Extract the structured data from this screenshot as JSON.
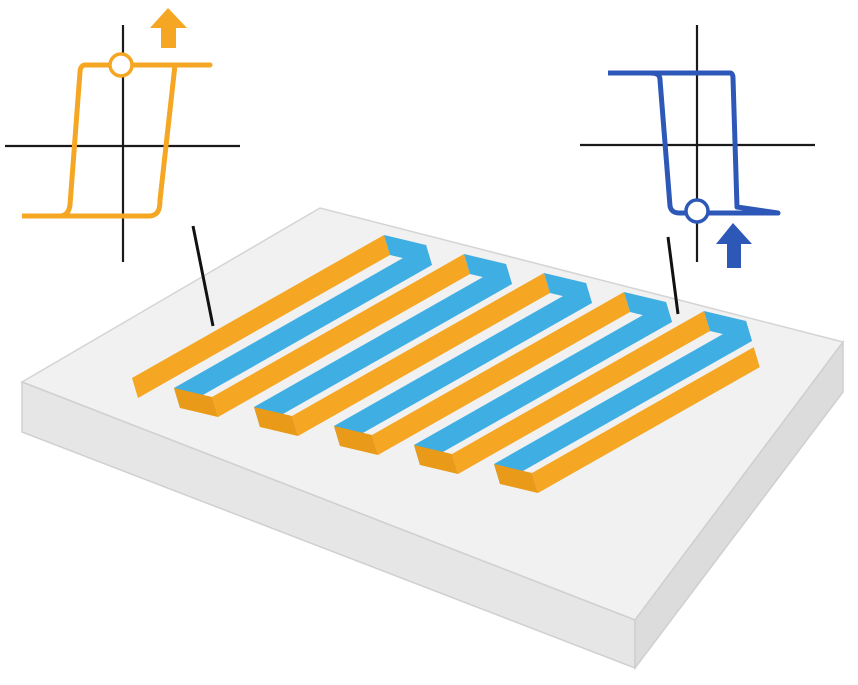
{
  "colors": {
    "orange": "#F5A623",
    "orange_dark": "#E89A18",
    "blue": "#3EAEE3",
    "blue_dark": "#2E58B8",
    "axis": "#1a1a1a",
    "leader": "#111111",
    "substrate_top": "#F1F1F1",
    "substrate_front": "#E5E5E5",
    "substrate_side": "#DADADA",
    "substrate_edge": "#CFCFCF"
  },
  "diagram": {
    "left_loop": {
      "color_name": "orange",
      "arrow_direction": "up",
      "marker": "open-circle"
    },
    "right_loop": {
      "color_name": "blue",
      "arrow_direction": "up",
      "marker": "open-circle"
    },
    "electrodes": {
      "finger_pairs": 5,
      "material_a_color": "orange",
      "material_b_color": "blue"
    }
  }
}
